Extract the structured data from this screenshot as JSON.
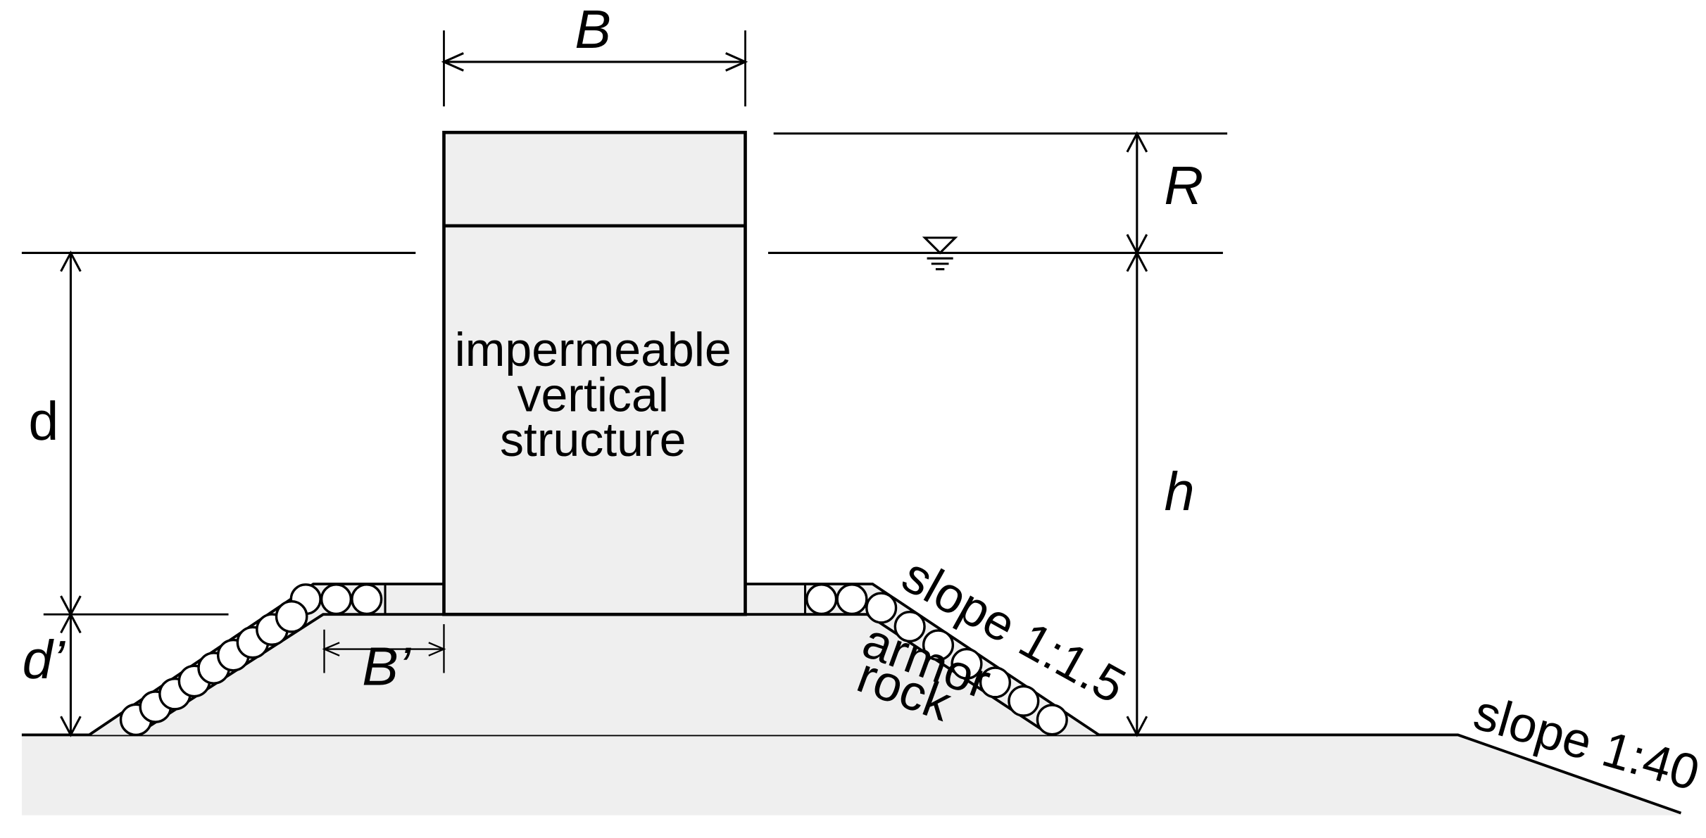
{
  "labels": {
    "structure_line1": "impermeable",
    "structure_line2": "vertical",
    "structure_line3": "structure",
    "crest_width": "B",
    "freeboard": "R",
    "water_depth": "h",
    "depth_above_mound": "d",
    "mound_height": "d’",
    "berm_width": "B’",
    "armor_line1": "armor",
    "armor_line2": "rock",
    "mound_slope": "slope 1:1.5",
    "seabed_slope": "slope 1:40"
  },
  "colors": {
    "fill": "#efefef",
    "line": "#000000"
  },
  "icons": {
    "still_water_level": "water-level-icon"
  }
}
